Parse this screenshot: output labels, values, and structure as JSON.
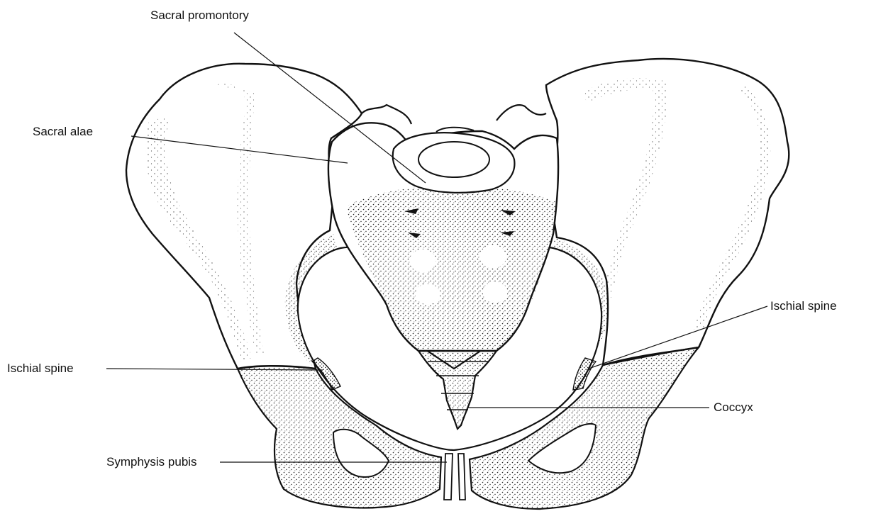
{
  "labels": {
    "sacral_promontory": "Sacral promontory",
    "sacral_alae": "Sacral alae",
    "ischial_spine_left": "Ischial spine",
    "ischial_spine_right": "Ischial spine",
    "coccyx": "Coccyx",
    "symphysis_pubis": "Symphysis pubis"
  },
  "colors": {
    "line": "#111111",
    "stipple": "#222222",
    "background": "#ffffff"
  }
}
